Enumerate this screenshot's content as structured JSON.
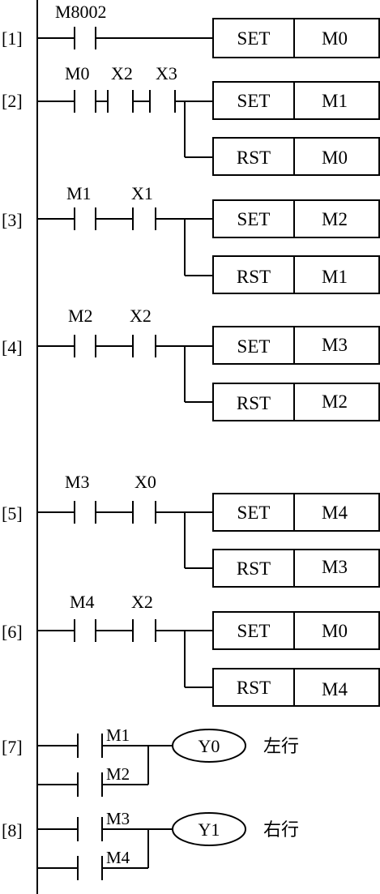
{
  "rungs": [
    {
      "num": "[1]",
      "contacts": [
        "M8002"
      ],
      "outputs": [
        {
          "op": "SET",
          "dev": "M0"
        }
      ]
    },
    {
      "num": "[2]",
      "contacts": [
        "M0",
        "X2",
        "X3"
      ],
      "outputs": [
        {
          "op": "SET",
          "dev": "M1"
        },
        {
          "op": "RST",
          "dev": "M0"
        }
      ]
    },
    {
      "num": "[3]",
      "contacts": [
        "M1",
        "X1"
      ],
      "outputs": [
        {
          "op": "SET",
          "dev": "M2"
        },
        {
          "op": "RST",
          "dev": "M1"
        }
      ]
    },
    {
      "num": "[4]",
      "contacts": [
        "M2",
        "X2"
      ],
      "outputs": [
        {
          "op": "SET",
          "dev": "M3"
        },
        {
          "op": "RST",
          "dev": "M2"
        }
      ]
    },
    {
      "num": "[5]",
      "contacts": [
        "M3",
        "X0"
      ],
      "outputs": [
        {
          "op": "SET",
          "dev": "M4"
        },
        {
          "op": "RST",
          "dev": "M3"
        }
      ]
    },
    {
      "num": "[6]",
      "contacts": [
        "M4",
        "X2"
      ],
      "outputs": [
        {
          "op": "SET",
          "dev": "M0"
        },
        {
          "op": "RST",
          "dev": "M4"
        }
      ]
    },
    {
      "num": "[7]",
      "parallel": [
        "M1",
        "M2"
      ],
      "coil": "Y0",
      "note": "左行"
    },
    {
      "num": "[8]",
      "parallel": [
        "M3",
        "M4"
      ],
      "coil": "Y1",
      "note": "右行"
    }
  ]
}
